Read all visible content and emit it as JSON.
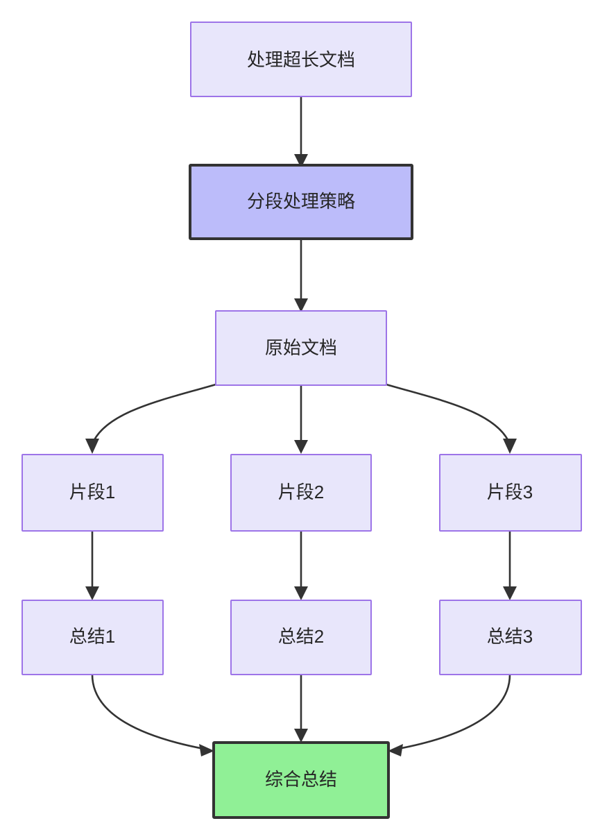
{
  "diagram": {
    "type": "flowchart",
    "direction": "top-down",
    "background_color": "#ffffff",
    "title_visible": false,
    "styles": {
      "node_fill": "#e8e6fb",
      "node_stroke": "#9d74e8",
      "highlight_fill": "#bcbcfa",
      "highlight_stroke": "#333333",
      "result_fill": "#90f096",
      "result_stroke": "#333333",
      "edge_color": "#333333",
      "text_color": "#262626"
    },
    "nodes": [
      {
        "id": "n1",
        "label": "处理超长文档",
        "style": "normal"
      },
      {
        "id": "n2",
        "label": "分段处理策略",
        "style": "highlight"
      },
      {
        "id": "n3",
        "label": "原始文档",
        "style": "normal"
      },
      {
        "id": "n4",
        "label": "片段1",
        "style": "normal"
      },
      {
        "id": "n5",
        "label": "片段2",
        "style": "normal"
      },
      {
        "id": "n6",
        "label": "片段3",
        "style": "normal"
      },
      {
        "id": "n7",
        "label": "总结1",
        "style": "normal"
      },
      {
        "id": "n8",
        "label": "总结2",
        "style": "normal"
      },
      {
        "id": "n9",
        "label": "总结3",
        "style": "normal"
      },
      {
        "id": "n10",
        "label": "综合总结",
        "style": "result"
      }
    ],
    "edges": [
      {
        "from": "处理超长文档",
        "to": "分段处理策略",
        "shape": "straight"
      },
      {
        "from": "分段处理策略",
        "to": "原始文档",
        "shape": "straight"
      },
      {
        "from": "原始文档",
        "to": "片段1",
        "shape": "curved"
      },
      {
        "from": "原始文档",
        "to": "片段2",
        "shape": "straight"
      },
      {
        "from": "原始文档",
        "to": "片段3",
        "shape": "curved"
      },
      {
        "from": "片段1",
        "to": "总结1",
        "shape": "straight"
      },
      {
        "from": "片段2",
        "to": "总结2",
        "shape": "straight"
      },
      {
        "from": "片段3",
        "to": "总结3",
        "shape": "straight"
      },
      {
        "from": "总结1",
        "to": "综合总结",
        "shape": "curved"
      },
      {
        "from": "总结2",
        "to": "综合总结",
        "shape": "straight"
      },
      {
        "from": "总结3",
        "to": "综合总结",
        "shape": "curved"
      }
    ]
  }
}
